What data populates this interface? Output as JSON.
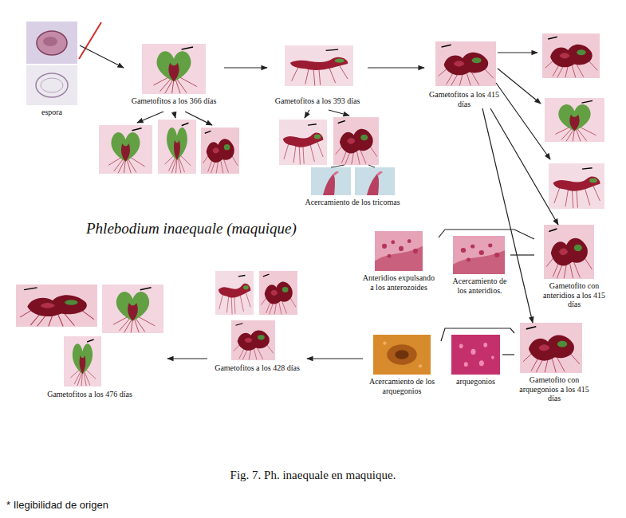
{
  "diagram": {
    "caption": "Fig. 7. Ph. inaequale en maquique.",
    "nodes": [
      {
        "text": [
          "espora"
        ]
      },
      {
        "text": [
          "Gametofitos a los 366 días"
        ]
      },
      {
        "text": [
          "Gametofitos a los 393 días"
        ]
      },
      {
        "text": [
          "Gametofitos a los 415 días"
        ]
      },
      {
        "text": [
          "Acercamiento de los tricomas"
        ]
      },
      {
        "text": [
          "Anteridios expulsando a los anterozoides"
        ]
      },
      {
        "text": [
          "Acercamiento de los anteridios."
        ]
      },
      {
        "text": [
          "Gametofito con anteridios a los 415 días"
        ]
      },
      {
        "text": [
          "Acercamiento de los arquegonios"
        ]
      },
      {
        "text": [
          "arquegonios"
        ]
      },
      {
        "text": [
          "Gametofito con arquegonios a los 415 días"
        ]
      },
      {
        "text": [
          "Gametofitos a los 428 días"
        ]
      },
      {
        "text": [
          "Gametofitos a los 476 días"
        ]
      }
    ],
    "edges": [
      {
        "from": 0,
        "to": 1,
        "arrow": "to"
      },
      {
        "from": 1,
        "to": 2,
        "arrow": "to"
      },
      {
        "from": 2,
        "to": 3,
        "arrow": "to"
      },
      {
        "from": 3,
        "to": 7,
        "arrow": "to"
      },
      {
        "from": 3,
        "to": 10,
        "arrow": "to"
      },
      {
        "from": 5,
        "to": 7,
        "arrow": "none"
      },
      {
        "from": 6,
        "to": 7,
        "arrow": "none"
      },
      {
        "from": 8,
        "to": 10,
        "arrow": "none"
      },
      {
        "from": 9,
        "to": 10,
        "arrow": "none"
      },
      {
        "from": 8,
        "to": 11,
        "arrow": "to"
      },
      {
        "from": 11,
        "to": 12,
        "arrow": "to"
      }
    ],
    "labels": [
      "Phlebodium inaequale (maquique)",
      "* Ilegibilidad de origen"
    ]
  }
}
